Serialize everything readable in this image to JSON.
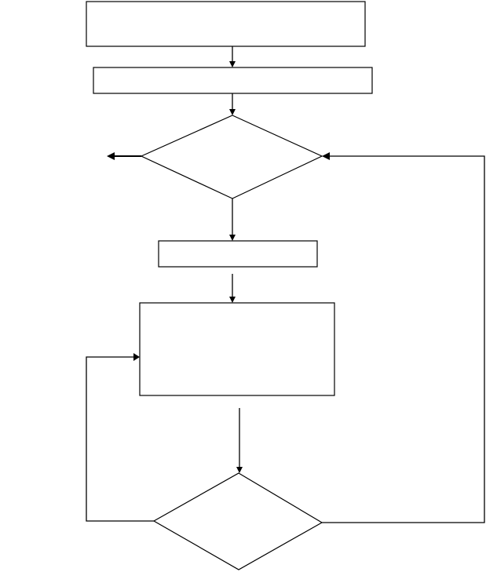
{
  "diagram": {
    "type": "flowchart",
    "line_color": "#000000",
    "background_color": "#ffffff",
    "nodes": [
      {
        "id": "process-1",
        "shape": "rectangle",
        "text": ""
      },
      {
        "id": "process-2",
        "shape": "rectangle",
        "text": ""
      },
      {
        "id": "decision-1",
        "shape": "diamond",
        "text": ""
      },
      {
        "id": "process-3",
        "shape": "rectangle",
        "text": ""
      },
      {
        "id": "process-4",
        "shape": "rectangle",
        "text": ""
      },
      {
        "id": "decision-2",
        "shape": "diamond",
        "text": ""
      }
    ],
    "edges": [
      {
        "from": "process-1",
        "to": "process-2"
      },
      {
        "from": "process-2",
        "to": "decision-1"
      },
      {
        "from": "decision-1",
        "to": "exit-left"
      },
      {
        "from": "decision-1",
        "to": "process-3"
      },
      {
        "from": "process-3",
        "to": "process-4"
      },
      {
        "from": "process-4",
        "to": "decision-2"
      },
      {
        "from": "decision-2",
        "to": "process-4"
      },
      {
        "from": "decision-2",
        "to": "decision-1"
      }
    ]
  }
}
